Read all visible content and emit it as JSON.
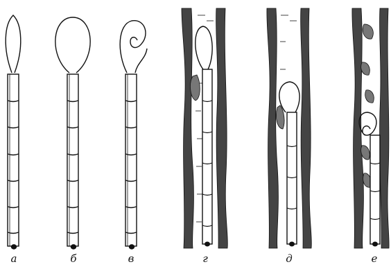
{
  "panels": [
    {
      "label": "а",
      "stage": "elongated-loop"
    },
    {
      "label": "б",
      "stage": "round-loop"
    },
    {
      "label": "в",
      "stage": "curled-loop"
    },
    {
      "label": "г",
      "stage": "in-channel-elongated"
    },
    {
      "label": "д",
      "stage": "in-channel-arched"
    },
    {
      "label": "е",
      "stage": "in-channel-curled"
    }
  ],
  "colors": {
    "ink": "#111111",
    "paper": "#ffffff"
  }
}
